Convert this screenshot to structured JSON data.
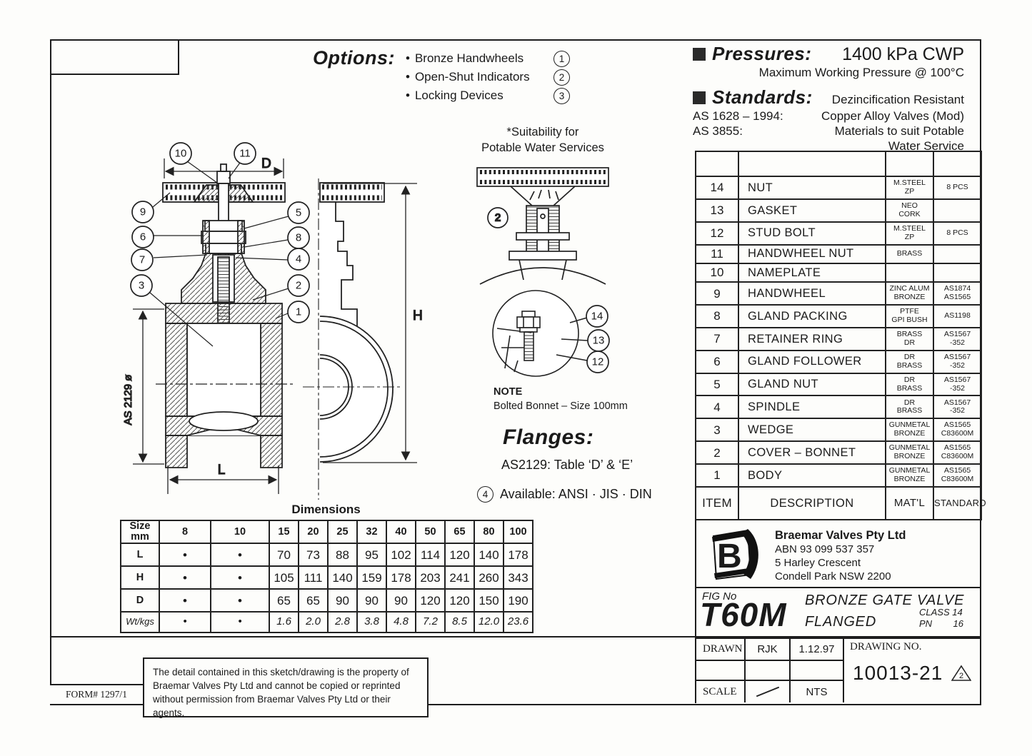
{
  "sheet": {
    "form_number": "FORM# 1297/1",
    "disclaimer": "The detail contained in this sketch/drawing is the property of Braemar Valves Pty Ltd and cannot be copied or reprinted without permission from Braemar Valves Pty Ltd or their agents."
  },
  "options": {
    "title": "Options:",
    "bullet": "•",
    "items": [
      {
        "label": "Bronze Handwheels",
        "num": "1"
      },
      {
        "label": "Open-Shut Indicators",
        "num": "2"
      },
      {
        "label": "Locking Devices",
        "num": "3"
      }
    ]
  },
  "pressures": {
    "title": "Pressures:",
    "value": "1400 kPa CWP",
    "note": "Maximum Working Pressure @ 100°C"
  },
  "standards": {
    "title": "Standards:",
    "value": "Dezincification Resistant",
    "line1_code": "AS 1628 – 1994:",
    "line1_desc": "Copper Alloy Valves  (Mod)",
    "line2_code": "AS 3855:",
    "line2_desc": "Materials to suit Potable",
    "line3_desc": "Water Service"
  },
  "drawing": {
    "suitability_line1": "*Suitability for",
    "suitability_line2": "Potable Water Services",
    "indicator_callout": "2",
    "detail_callouts": [
      "14",
      "13",
      "12"
    ],
    "callouts_top": [
      "10",
      "11"
    ],
    "callouts_left": [
      "9",
      "6",
      "7",
      "3"
    ],
    "callouts_right": [
      "5",
      "8",
      "4",
      "2",
      "1"
    ],
    "dim_d": "D",
    "dim_h": "H",
    "dim_l": "L",
    "dim_flange": "AS 2129  ø",
    "note_title": "NOTE",
    "note_text": "Bolted Bonnet – Size 100mm",
    "flanges_title": "Flanges:",
    "flanges_text": "AS2129: Table ‘D’ & ‘E’",
    "available_num": "4",
    "available_text": "Available: ANSI · JIS · DIN"
  },
  "parts_table": {
    "headers": [
      "ITEM",
      "DESCRIPTION",
      "MAT'L",
      "STANDARD"
    ],
    "rows": [
      [
        "",
        "",
        "",
        ""
      ],
      [
        "14",
        "NUT",
        "M.STEEL\nZP",
        "8 PCS"
      ],
      [
        "13",
        "GASKET",
        "NEO\nCORK",
        ""
      ],
      [
        "12",
        "STUD BOLT",
        "M.STEEL\nZP",
        "8 PCS"
      ],
      [
        "11",
        "HANDWHEEL NUT",
        "BRASS",
        ""
      ],
      [
        "10",
        "NAMEPLATE",
        "",
        ""
      ],
      [
        "9",
        "HANDWHEEL",
        "ZINC ALUM\nBRONZE",
        "AS1874\nAS1565"
      ],
      [
        "8",
        "GLAND PACKING",
        "PTFE\nGPI BUSH",
        "AS1198"
      ],
      [
        "7",
        "RETAINER RING",
        "BRASS\nDR",
        "AS1567\n-352"
      ],
      [
        "6",
        "GLAND FOLLOWER",
        "DR\nBRASS",
        "AS1567\n-352"
      ],
      [
        "5",
        "GLAND NUT",
        "DR\nBRASS",
        "AS1567\n-352"
      ],
      [
        "4",
        "SPINDLE",
        "DR\nBRASS",
        "AS1567\n-352"
      ],
      [
        "3",
        "WEDGE",
        "GUNMETAL\nBRONZE",
        "AS1565\nC83600M"
      ],
      [
        "2",
        "COVER – BONNET",
        "GUNMETAL\nBRONZE",
        "AS1565\nC83600M"
      ],
      [
        "1",
        "BODY",
        "GUNMETAL\nBRONZE",
        "AS1565\nC83600M"
      ]
    ]
  },
  "dimensions_table": {
    "title": "Dimensions",
    "rows": [
      [
        "Size\nmm",
        "8",
        "10",
        "15",
        "20",
        "25",
        "32",
        "40",
        "50",
        "65",
        "80",
        "100"
      ],
      [
        "L",
        "•",
        "•",
        "70",
        "73",
        "88",
        "95",
        "102",
        "114",
        "120",
        "140",
        "178"
      ],
      [
        "H",
        "•",
        "•",
        "105",
        "111",
        "140",
        "159",
        "178",
        "203",
        "241",
        "260",
        "343"
      ],
      [
        "D",
        "•",
        "•",
        "65",
        "65",
        "90",
        "90",
        "90",
        "120",
        "120",
        "150",
        "190"
      ],
      [
        "Wt/kgs",
        "•",
        "•",
        "1.6",
        "2.0",
        "2.8",
        "3.8",
        "4.8",
        "7.2",
        "8.5",
        "12.0",
        "23.6"
      ]
    ]
  },
  "title_block": {
    "logo_letter": "B",
    "company_name": "Braemar Valves Pty Ltd",
    "company_abn": "ABN 93 099 537 357",
    "company_address1": "5 Harley Crescent",
    "company_address2": "Condell Park  NSW  2200",
    "fig_label": "FIG No",
    "fig_no": "T60M",
    "product_line1": "BRONZE GATE VALVE",
    "product_line2": "FLANGED",
    "class_text": "CLASS 14",
    "pn_label": "PN",
    "pn_value": "16",
    "drawn_label": "DRAWN",
    "drawn_by": "RJK",
    "drawn_date": "1.12.97",
    "scale_label": "SCALE",
    "scale_value": "NTS",
    "drawing_no_label": "DRAWING NO.",
    "drawing_no": "10013-21",
    "revision": "2"
  }
}
